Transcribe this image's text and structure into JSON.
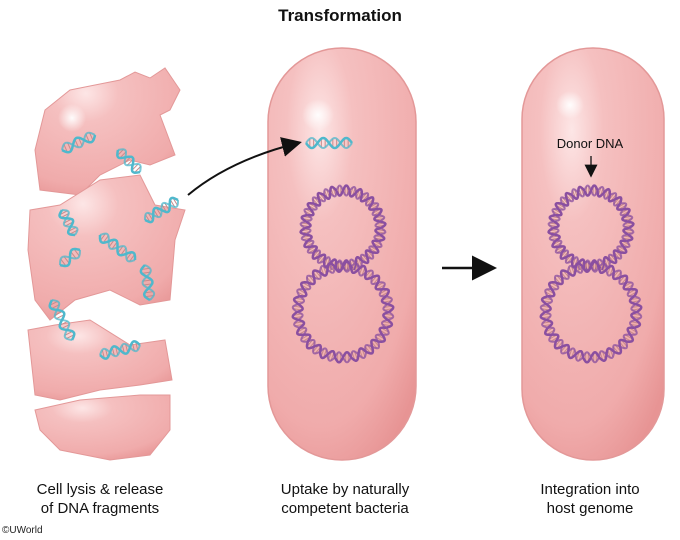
{
  "title": "Transformation",
  "panels": [
    {
      "id": "lysis",
      "caption_lines": [
        "Cell lysis & release",
        "of DNA fragments"
      ]
    },
    {
      "id": "uptake",
      "caption_lines": [
        "Uptake by naturally",
        "competent bacteria"
      ]
    },
    {
      "id": "integration",
      "caption_lines": [
        "Integration into",
        "host genome"
      ]
    }
  ],
  "annotations": {
    "donor_dna": "Donor DNA"
  },
  "copyright": "©UWorld",
  "colors": {
    "cell_fill": "#f2b3b3",
    "cell_edge": "#e59a9a",
    "donor_dna": "#4fb8cc",
    "host_dna": "#8a4fa0",
    "arrow": "#111111"
  }
}
